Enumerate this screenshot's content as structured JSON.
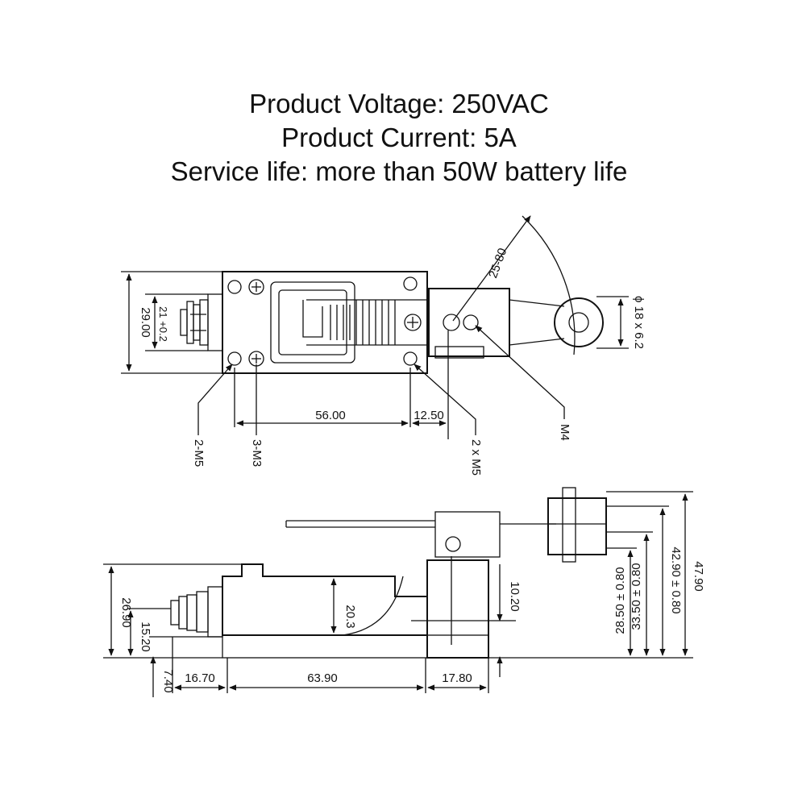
{
  "specs": {
    "voltage": "Product Voltage: 250VAC",
    "current": "Product Current: 5A",
    "service_life": "Service life: more than 50W battery life"
  },
  "top_view": {
    "height_total": "29.00",
    "height_inner": "21 +0.2",
    "length_main": "56.00",
    "length_offset": "12.50",
    "arm_radius": "25-80",
    "roller_dim": "ϕ 18 x 6.2",
    "screw_arm": "M4",
    "hole_left": "2-M5",
    "screw_left": "3-M3",
    "hole_right": "2 x M5"
  },
  "side_view": {
    "height_body": "26.90",
    "height_lower": "15.20",
    "height_base": "7.40",
    "length_a": "16.70",
    "length_b": "63.90",
    "length_c": "17.80",
    "arm_height": "20.3",
    "lever_height": "10.20",
    "roller_low": "28.50 ± 0.80",
    "roller_mid": "33.50 ± 0.80",
    "roller_high": "42.90 ± 0.80",
    "total_height": "47.90"
  }
}
